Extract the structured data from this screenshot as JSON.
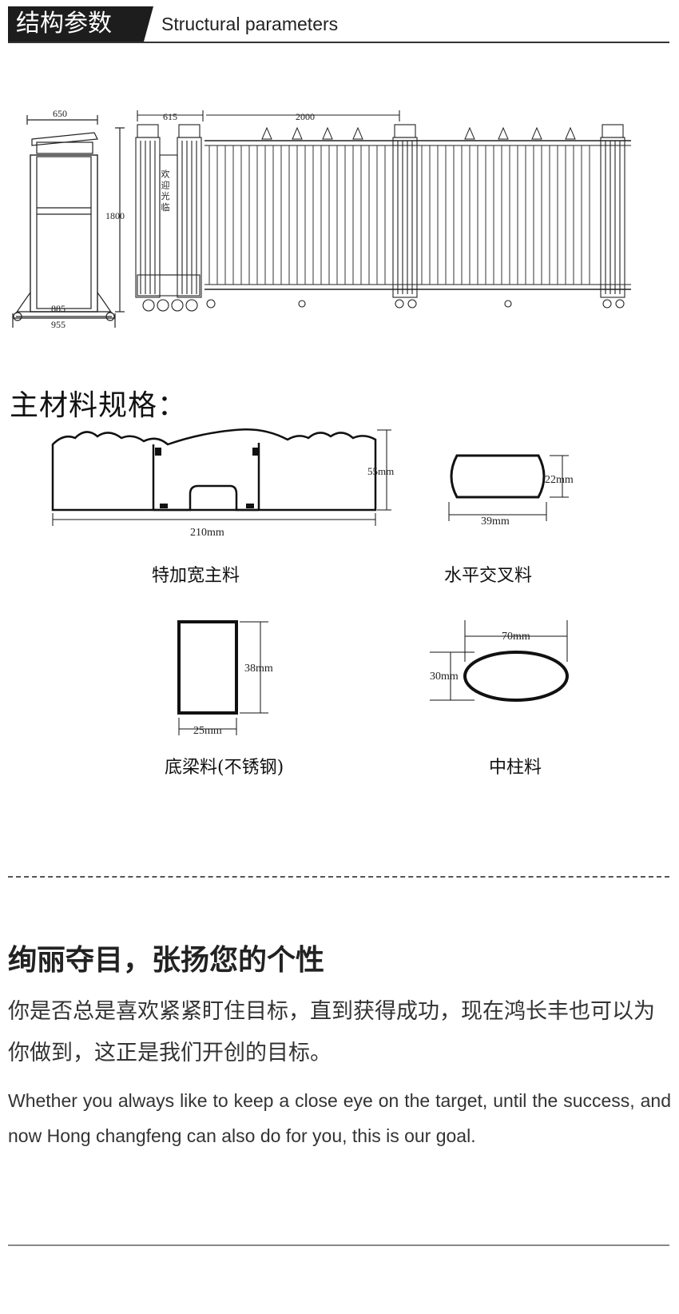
{
  "header": {
    "title_cn": "结构参数",
    "title_en": "Structural parameters"
  },
  "gate_diagram": {
    "side_width_top": "650",
    "side_height": "1800",
    "side_width_inner": "885",
    "side_width_outer": "955",
    "front_head_width": "615",
    "front_section_width": "2000",
    "sign_text": "欢 迎 光 临"
  },
  "materials": {
    "title": "主材料规格：",
    "items": [
      {
        "caption": "特加宽主料",
        "dim_width": "210mm",
        "dim_height": "55mm"
      },
      {
        "caption": "水平交叉料",
        "dim_width": "39mm",
        "dim_height": "22mm"
      },
      {
        "caption": "底梁料(不锈钢)",
        "dim_width": "25mm",
        "dim_height": "38mm"
      },
      {
        "caption": "中柱料",
        "dim_width": "70mm",
        "dim_height": "30mm"
      }
    ]
  },
  "slogan": "绚丽夺目，张扬您的个性",
  "paragraph_cn": "你是否总是喜欢紧紧盯住目标，直到获得成功，现在鸿长丰也可以为你做到，这正是我们开创的目标。",
  "paragraph_en": "Whether you always like to keep a close eye on the target, until the success, and now Hong changfeng can also do for you, this is our goal."
}
